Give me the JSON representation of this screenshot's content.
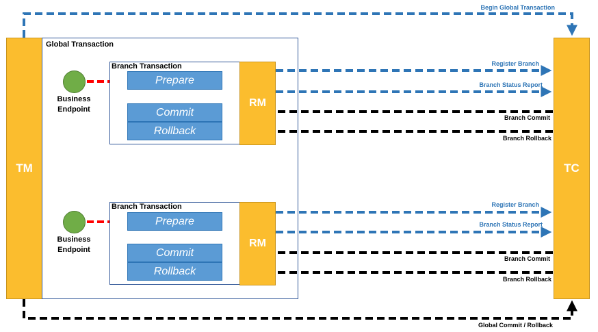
{
  "tm": {
    "label": "TM"
  },
  "tc": {
    "label": "TC"
  },
  "global_transaction": {
    "label": "Global Transaction"
  },
  "begin_global": {
    "label": "Begin Global Transaction"
  },
  "global_commit": {
    "label": "Global Commit / Rollback"
  },
  "branches": [
    {
      "label": "Branch Transaction",
      "prepare": "Prepare",
      "commit": "Commit",
      "rollback": "Rollback",
      "rm": "RM",
      "endpoint": "Business Endpoint",
      "register": "Register Branch",
      "status_report": "Branch Status Report",
      "branch_commit": "Branch Commit",
      "branch_rollback": "Branch Rollback"
    },
    {
      "label": "Branch Transaction",
      "prepare": "Prepare",
      "commit": "Commit",
      "rollback": "Rollback",
      "rm": "RM",
      "endpoint": "Business Endpoint",
      "register": "Register Branch",
      "status_report": "Branch Status Report",
      "branch_commit": "Branch Commit",
      "branch_rollback": "Branch Rollback"
    }
  ],
  "colors": {
    "blue": "#2e75b6",
    "red": "#ff0000",
    "black": "#000000",
    "bar": "#fbbd2e",
    "op": "#5b9bd5",
    "endpoint": "#70ad47"
  }
}
